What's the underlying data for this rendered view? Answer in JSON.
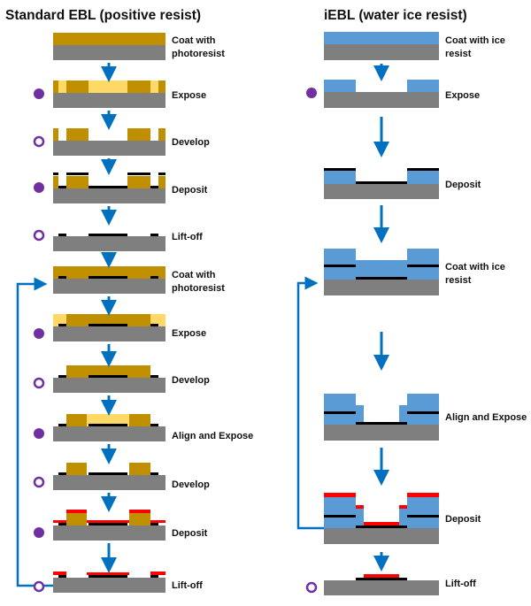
{
  "titles": {
    "left": "Standard EBL (positive resist)",
    "right": "iEBL (water ice resist)"
  },
  "left_steps": [
    {
      "label_line1": "Coat with",
      "label_line2": "photoresist",
      "marker": "none"
    },
    {
      "label_line1": "Expose",
      "label_line2": "",
      "marker": "filled"
    },
    {
      "label_line1": "Develop",
      "label_line2": "",
      "marker": "ring"
    },
    {
      "label_line1": "Deposit",
      "label_line2": "",
      "marker": "filled"
    },
    {
      "label_line1": "Lift-off",
      "label_line2": "",
      "marker": "ring"
    },
    {
      "label_line1": "Coat with",
      "label_line2": "photoresist",
      "marker": "none"
    },
    {
      "label_line1": "Expose",
      "label_line2": "",
      "marker": "filled"
    },
    {
      "label_line1": "Develop",
      "label_line2": "",
      "marker": "ring"
    },
    {
      "label_line1": "Align and Expose",
      "label_line2": "",
      "marker": "filled"
    },
    {
      "label_line1": "Develop",
      "label_line2": "",
      "marker": "ring"
    },
    {
      "label_line1": "Deposit",
      "label_line2": "",
      "marker": "filled"
    },
    {
      "label_line1": "Lift-off",
      "label_line2": "",
      "marker": "ring"
    }
  ],
  "right_steps": [
    {
      "label_line1": "Coat with ice",
      "label_line2": "resist",
      "marker": "none"
    },
    {
      "label_line1": "Expose",
      "label_line2": "",
      "marker": "filled"
    },
    {
      "label_line1": "Deposit",
      "label_line2": "",
      "marker": "none"
    },
    {
      "label_line1": "Coat with ice",
      "label_line2": "resist",
      "marker": "none"
    },
    {
      "label_line1": "Align and Expose",
      "label_line2": "",
      "marker": "none"
    },
    {
      "label_line1": "Deposit",
      "label_line2": "",
      "marker": "none"
    },
    {
      "label_line1": "Lift-off",
      "label_line2": "",
      "marker": "ring"
    }
  ],
  "colors": {
    "substrate": "#7f7f7f",
    "photoresist": "#bf8f00",
    "exposed_resist": "#ffd966",
    "ice": "#5b9bd5",
    "metal1": "#000000",
    "metal2": "#ff0000",
    "arrow": "#0070c0",
    "marker": "#7030a0"
  }
}
